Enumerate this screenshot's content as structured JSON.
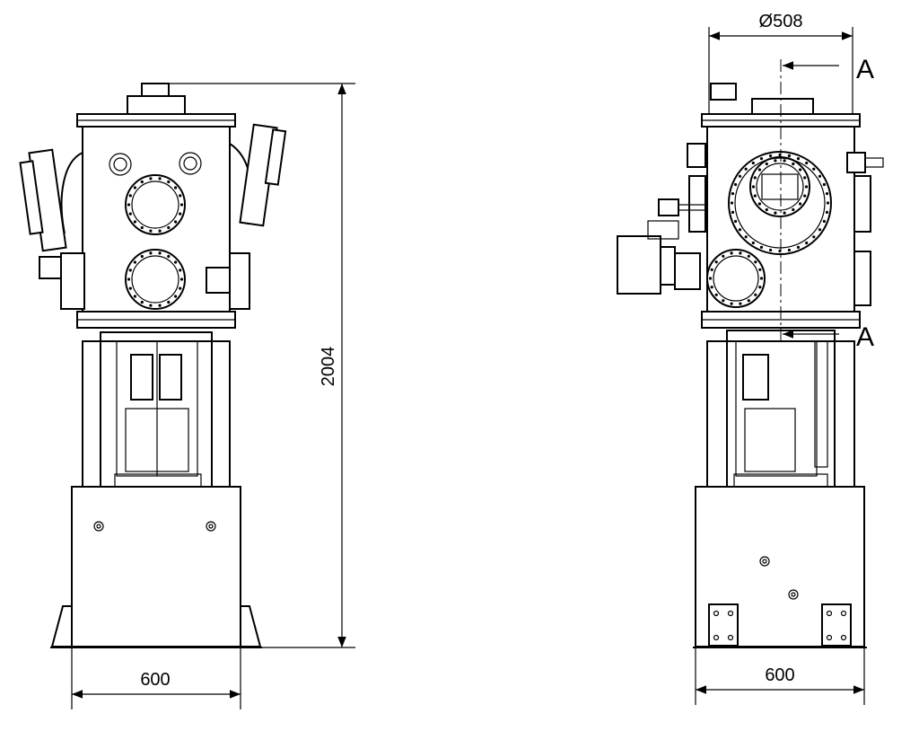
{
  "dimensions": {
    "left_width": "600",
    "left_height": "2004",
    "right_width": "600",
    "right_diameter": "Ø508"
  },
  "section_marks": {
    "top": "A",
    "bottom": "A"
  }
}
